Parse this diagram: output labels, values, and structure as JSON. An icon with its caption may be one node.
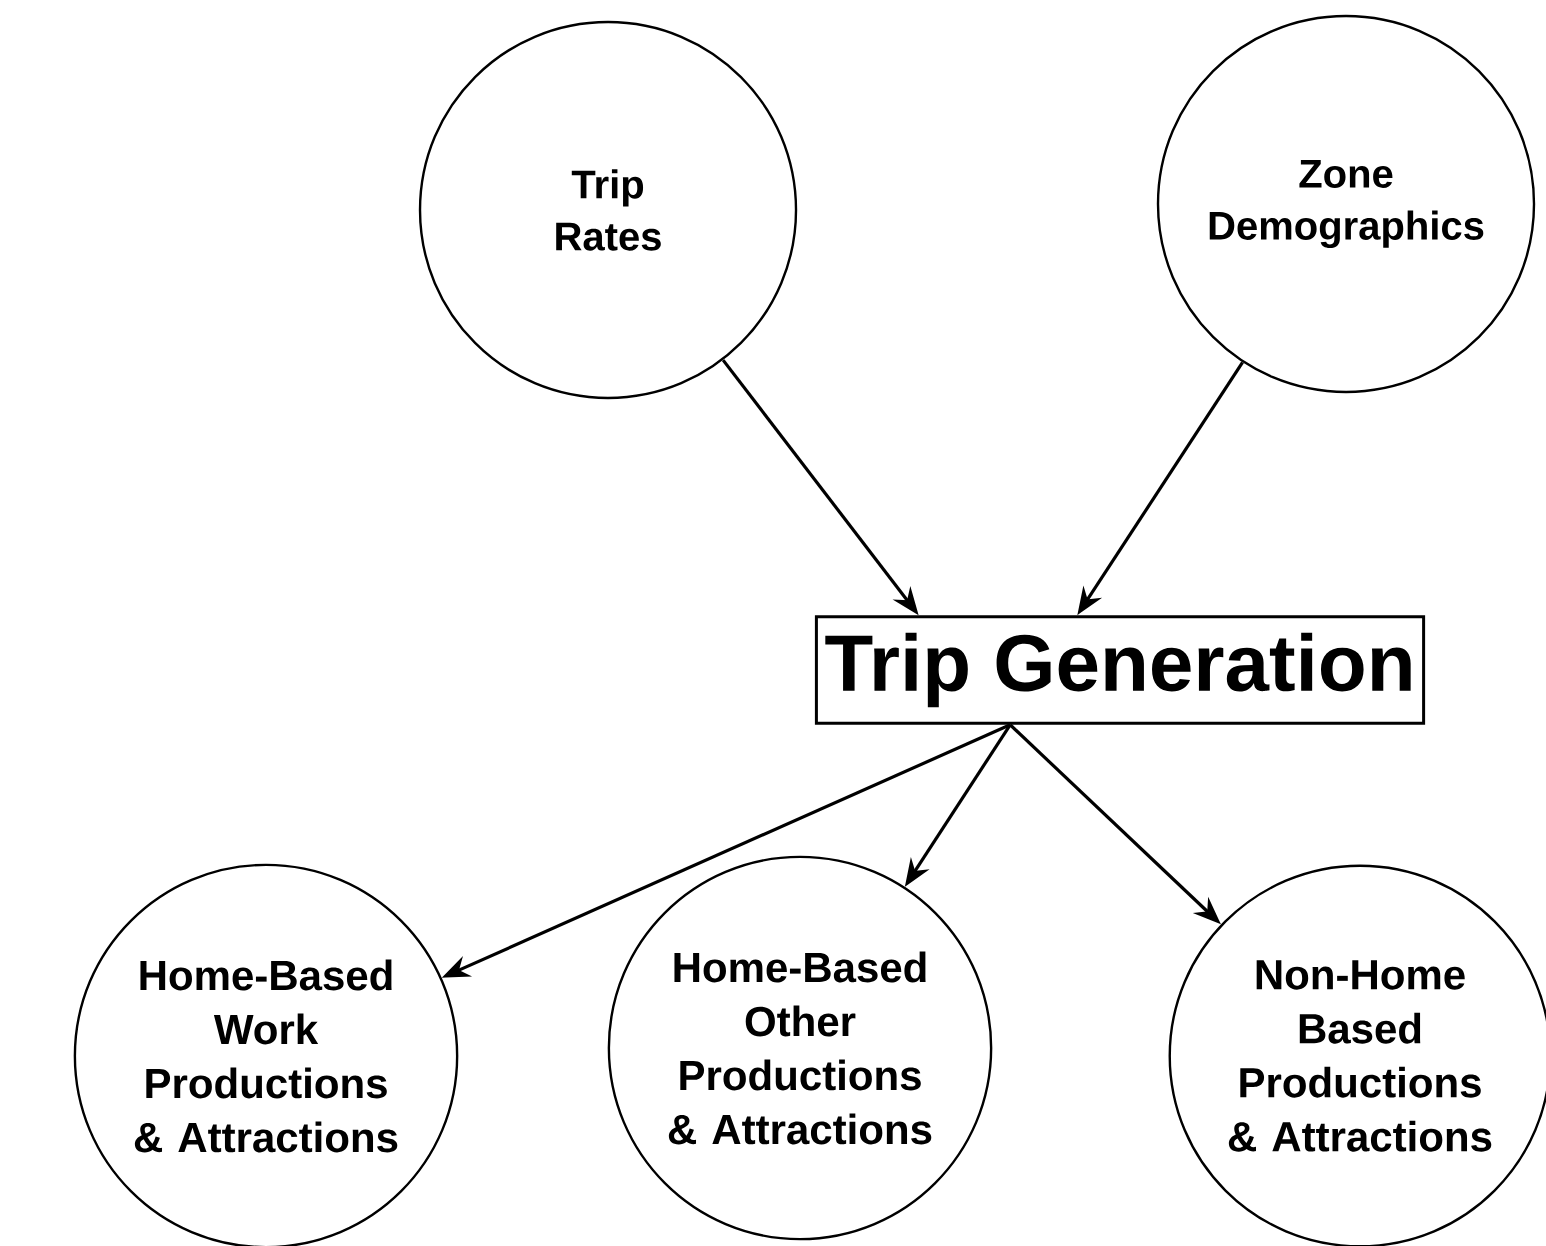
{
  "diagram": {
    "nodes": [
      {
        "text": [
          "Trip Rates"
        ]
      },
      {
        "text": [
          "Zone Demographics"
        ]
      },
      {
        "text": [
          "Trip Generation"
        ]
      },
      {
        "text": [
          "Home-Based Work Productions & Attractions"
        ]
      },
      {
        "text": [
          "Home-Based Other Productions & Attractions"
        ]
      },
      {
        "text": [
          "Non-Home Based Productions & Attractions"
        ]
      }
    ],
    "edges": [
      {
        "from": 0,
        "to": 2,
        "arrow": "to"
      },
      {
        "from": 1,
        "to": 2,
        "arrow": "to"
      },
      {
        "from": 2,
        "to": 3,
        "arrow": "to"
      },
      {
        "from": 2,
        "to": 4,
        "arrow": "to"
      },
      {
        "from": 2,
        "to": 5,
        "arrow": "to"
      }
    ]
  }
}
